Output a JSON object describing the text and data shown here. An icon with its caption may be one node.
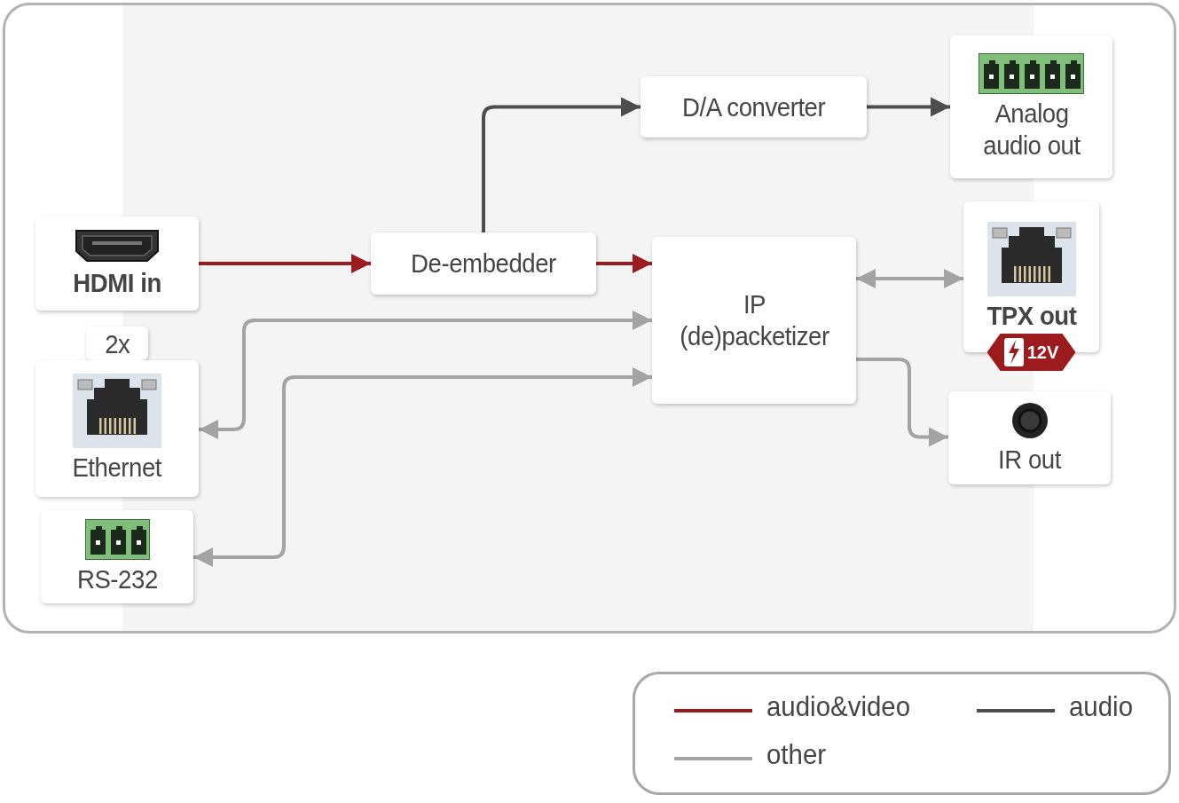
{
  "diagram": {
    "nodes": [
      {
        "text": [
          "HDMI in"
        ]
      },
      {
        "text": [
          "De-embedder"
        ]
      },
      {
        "text": [
          "D/A converter"
        ]
      },
      {
        "text": [
          "Analog audio out"
        ]
      },
      {
        "text": [
          "IP (de)packetizer"
        ]
      },
      {
        "text": [
          "TPX out"
        ],
        "beside": [
          "12V"
        ]
      },
      {
        "text": [
          "2x"
        ]
      },
      {
        "text": [
          "Ethernet"
        ]
      },
      {
        "text": [
          "RS-232"
        ]
      },
      {
        "text": [
          "IR out"
        ]
      }
    ],
    "edges": [
      {
        "from": 0,
        "to": 1,
        "arrow": "to",
        "color": "#9b1b1e"
      },
      {
        "from": 1,
        "to": 4,
        "arrow": "to",
        "color": "#9b1b1e"
      },
      {
        "from": 1,
        "to": 2,
        "arrow": "to",
        "color": "#4d4d4d"
      },
      {
        "from": 2,
        "to": 3,
        "arrow": "to",
        "color": "#4d4d4d"
      },
      {
        "from": 4,
        "to": 5,
        "arrow": "both"
      },
      {
        "from": 4,
        "to": 7,
        "arrow": "both"
      },
      {
        "from": 4,
        "to": 8,
        "arrow": "both"
      },
      {
        "from": 4,
        "to": 9,
        "arrow": "to"
      }
    ],
    "legend": [
      {
        "text": "audio&video",
        "color": "#9b1b1e"
      },
      {
        "text": "audio",
        "color": "#4d4d4d"
      },
      {
        "text": "other",
        "color": "#a3a3a3"
      }
    ]
  }
}
